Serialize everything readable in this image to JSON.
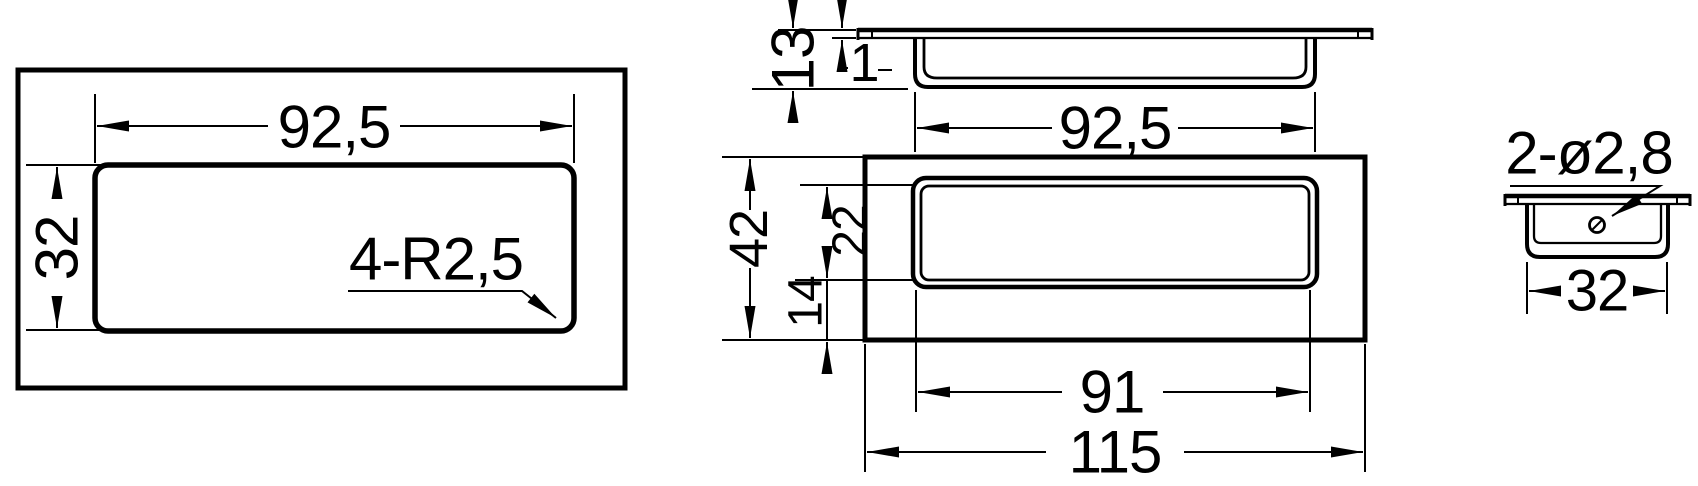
{
  "drawing": {
    "background_color": "#ffffff",
    "line_color": "#000000",
    "views": {
      "cutout": {
        "label": "panel-cutout-template-view",
        "dims": {
          "width": "92,5",
          "height": "32",
          "corners": "4-R2,5"
        }
      },
      "side_section": {
        "label": "side-section-view",
        "dims": {
          "depth": "13",
          "flange_thickness": "1",
          "top_opening_width": "92,5"
        }
      },
      "front": {
        "label": "front-elevation-view",
        "dims": {
          "height": "42",
          "recess_height": "22",
          "bottom_margin": "14",
          "recess_width": "91",
          "width": "115"
        }
      },
      "end": {
        "label": "end-section-view",
        "dims": {
          "holes": "2-ø2,8",
          "body_width": "32"
        }
      }
    }
  }
}
